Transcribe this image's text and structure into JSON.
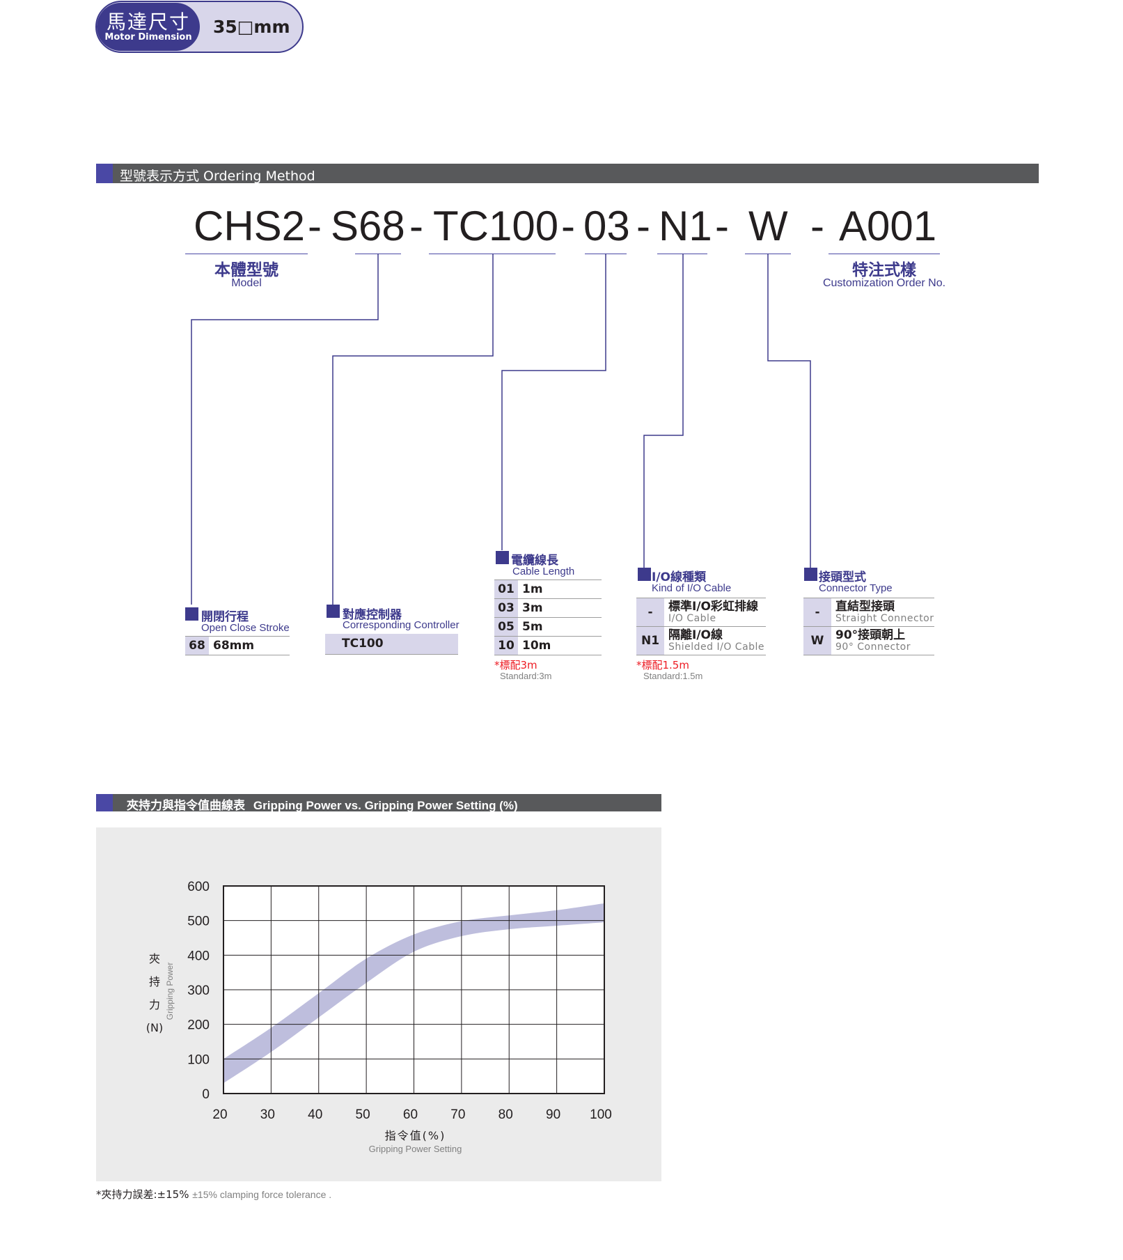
{
  "header": {
    "title_zh": "馬達尺寸",
    "title_en": "Motor Dimension",
    "size_value": "35□mm"
  },
  "ordering": {
    "section_title": "型號表示方式 Ordering Method",
    "code_parts": [
      "CHS2",
      "-",
      "S68",
      "-",
      "TC100",
      "-",
      "03",
      "-",
      "N1",
      "-",
      "W",
      "-",
      "A001"
    ],
    "model_label_zh": "本體型號",
    "model_label_en": "Model",
    "custom_label_zh": "特注式樣",
    "custom_label_en": "Customization Order No."
  },
  "options": {
    "stroke": {
      "title": "開閉行程",
      "subtitle": "Open Close Stroke",
      "rows": [
        {
          "code": "68",
          "value": "68mm"
        }
      ]
    },
    "controller": {
      "title": "對應控制器",
      "subtitle": "Corresponding Controller",
      "rows": [
        {
          "value": "TC100"
        }
      ]
    },
    "cable_length": {
      "title": "電纜線長",
      "subtitle": "Cable Length",
      "rows": [
        {
          "code": "01",
          "value": "1m"
        },
        {
          "code": "03",
          "value": "3m"
        },
        {
          "code": "05",
          "value": "5m"
        },
        {
          "code": "10",
          "value": "10m"
        }
      ],
      "note_zh": "*標配3m",
      "note_en": "Standard:3m"
    },
    "io_cable": {
      "title": "I/O線種類",
      "subtitle": "Kind of I/O Cable",
      "rows": [
        {
          "code": "-",
          "zh": "標準I/O彩虹排線",
          "en": "I/O Cable"
        },
        {
          "code": "N1",
          "zh": "隔離I/O線",
          "en": "Shielded I/O Cable"
        }
      ],
      "note_zh": "*標配1.5m",
      "note_en": "Standard:1.5m"
    },
    "connector": {
      "title": "接頭型式",
      "subtitle": "Connector Type",
      "rows": [
        {
          "code": "-",
          "zh": "直結型接頭",
          "en": "Straight Connector"
        },
        {
          "code": "W",
          "zh": "90°接頭朝上",
          "en": "90° Connector"
        }
      ]
    }
  },
  "chart_section": {
    "title_zh": "夾持力與指令值曲線表",
    "title_en": "Gripping Power vs. Gripping Power Setting (%)",
    "footnote_zh": "*夾持力誤差:±15%",
    "footnote_en": "±15% clamping force tolerance ."
  },
  "chart_data": {
    "type": "area",
    "xlabel": "指令值(%)",
    "xlabel_en": "Gripping Power Setting",
    "ylabel_chars": [
      "夾",
      "持",
      "力",
      "(N)"
    ],
    "ylabel_en": "Gripping Power",
    "xlim": [
      20,
      100
    ],
    "ylim": [
      0,
      600
    ],
    "x_ticks": [
      20,
      30,
      40,
      50,
      60,
      70,
      80,
      90,
      100
    ],
    "y_ticks": [
      0,
      100,
      200,
      300,
      400,
      500,
      600
    ],
    "grid": true,
    "band_color": "#b3b3d7",
    "series": [
      {
        "x": [
          20,
          30,
          40,
          50,
          60,
          70,
          80,
          90,
          100
        ],
        "upper": [
          100,
          190,
          290,
          390,
          460,
          498,
          515,
          530,
          550
        ],
        "lower": [
          30,
          120,
          220,
          320,
          410,
          455,
          475,
          485,
          495
        ]
      }
    ]
  },
  "colors": {
    "accent": "#3d3a8c",
    "accent_light": "#d8d6ea",
    "bar_gray": "#58595b",
    "note_red": "#ed1c24"
  }
}
